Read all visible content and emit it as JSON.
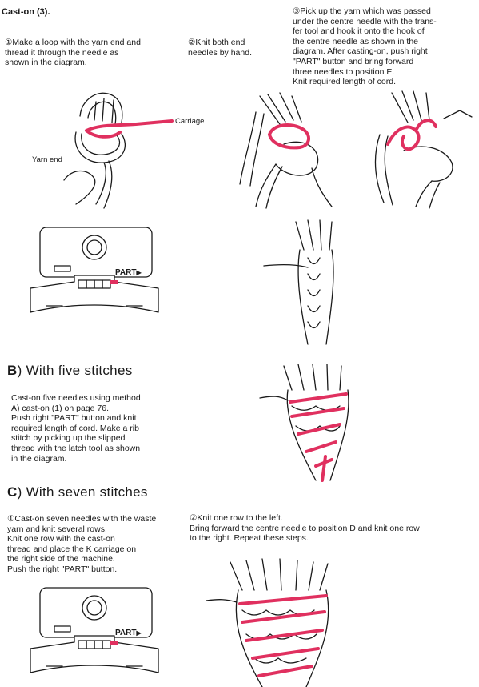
{
  "header": {
    "title": "Cast-on (3)."
  },
  "steps_a": [
    {
      "num": "①",
      "text": "Make a loop with the yarn end and\nthread it through the needle as\nshown in the diagram."
    },
    {
      "num": "②",
      "text": "Knit    both    end\nneedles by hand."
    },
    {
      "num": "③",
      "text": "Pick  up  the  yarn  which  was  passed\nunder the centre needle with the trans-\nfer tool and hook it onto the hook of\nthe  centre  needle  as  shown  in  the\ndiagram.  After casting-on, push right\n\"PART\"  button  and  bring forward\nthree needles to position E.\nKnit required length of cord."
    }
  ],
  "diagram_labels": {
    "carriage": "Carriage",
    "yarn_end": "Yarn end"
  },
  "carriage": {
    "part_label": "PART",
    "part_arrow": "▶"
  },
  "section_b": {
    "letter": "B",
    "title": "With five stitches",
    "text": "Cast-on  five  needles  using  method\nA)  cast-on (1) on page 76.\nPush right \"PART\" button and knit\nrequired length of cord. Make a rib\nstitch  by picking up the slipped\nthread with the latch tool as shown\nin the diagram."
  },
  "section_c": {
    "letter": "C",
    "title": "With seven stitches",
    "step1_num": "①",
    "step1_text": "Cast-on seven needles with the waste\nyarn and knit several rows.\nKnit  one  row  with  the  cast-on\nthread and place the K carriage on\nthe right side of the machine.\nPush the right \"PART\" button.",
    "step2_num": "②",
    "step2_text": "Knit one row to the left.\nBring forward the centre needle to position D and knit one row\nto the right. Repeat these steps."
  },
  "colors": {
    "accent": "#e0305f",
    "ink": "#1a1a1a"
  }
}
